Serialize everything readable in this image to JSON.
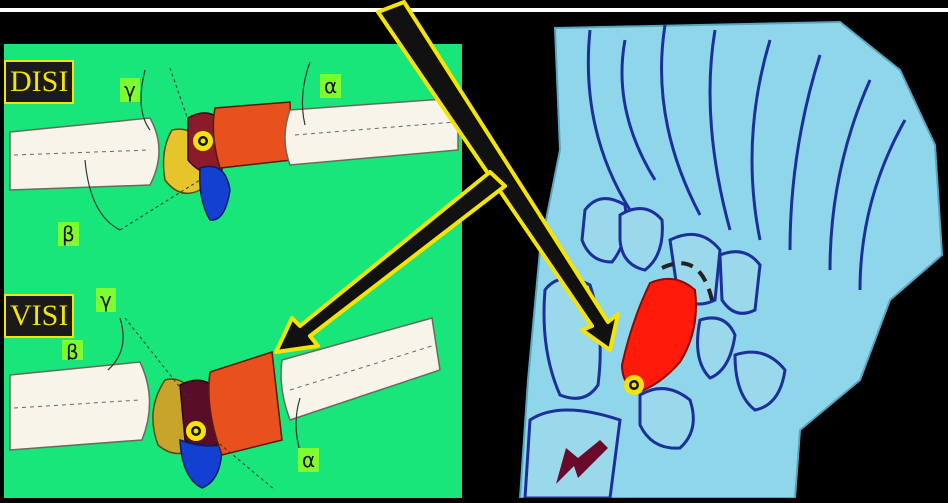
{
  "labels": {
    "disi": "DISI",
    "visi": "VISI",
    "disi_gamma": "γ",
    "disi_alpha": "α",
    "disi_beta": "β",
    "visi_gamma": "γ",
    "visi_beta": "β",
    "visi_alpha": "α"
  },
  "colors": {
    "left_panel_bg": "#19e67a",
    "right_panel_bg": "#8fd6ea",
    "background": "#000000",
    "arrow_fill": "#111111",
    "arrow_outline": "#f5e400",
    "lunate_red": "#ff1a0a",
    "bone_outline": "#1d2f9a",
    "label_bg": "#7dff2e",
    "tag_border": "#f5e400"
  },
  "icons": {
    "rotation_center_marker": "yellow-ring-dot",
    "direction_arrow": "dark-red-arrow"
  }
}
